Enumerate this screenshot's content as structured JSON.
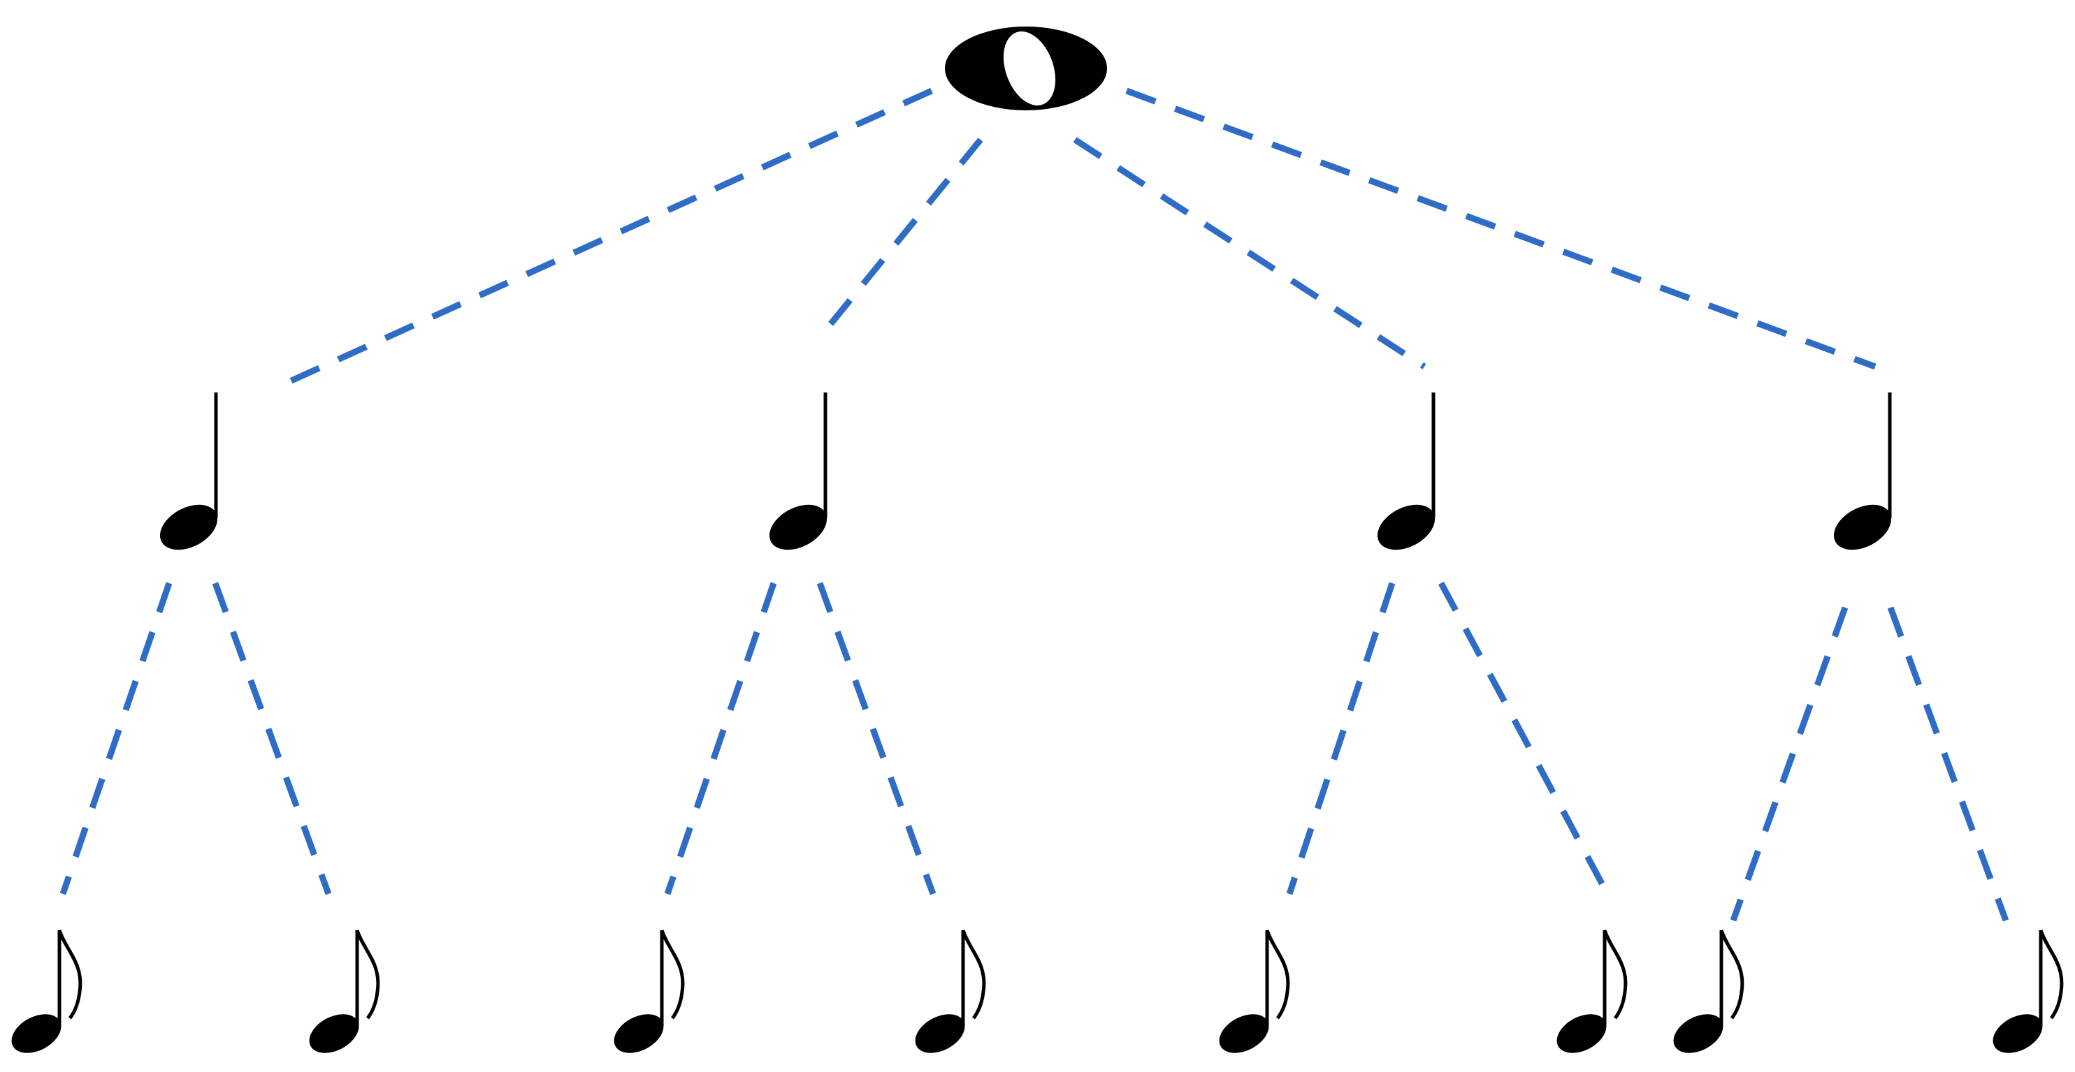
{
  "diagram": {
    "type": "rhythm-tree",
    "edge_color": "#2F6CC6",
    "ink_color": "#000000",
    "root": {
      "note": "whole-note"
    },
    "levels": [
      {
        "note": "quarter-note",
        "count": 4,
        "children_per_parent": 1
      },
      {
        "note": "eighth-note",
        "count": 8,
        "children_per_parent": 2
      }
    ]
  }
}
